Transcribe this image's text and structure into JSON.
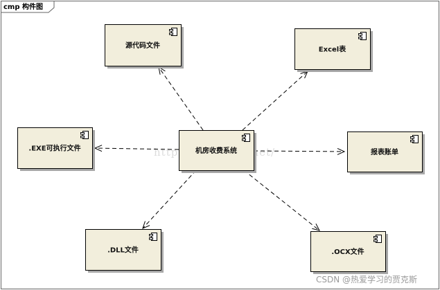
{
  "frame": {
    "label": "cmp 构件图"
  },
  "center": {
    "id": "center",
    "label": "机房收费系统"
  },
  "components": [
    {
      "id": "src",
      "label": "源代码文件"
    },
    {
      "id": "excel",
      "label": "Excel表"
    },
    {
      "id": "exe",
      "label": ".EXE可执行文件"
    },
    {
      "id": "bill",
      "label": "报表账单"
    },
    {
      "id": "dll",
      "label": ".DLL文件"
    },
    {
      "id": "ocx",
      "label": ".OCX文件"
    }
  ],
  "dependencies": [
    {
      "from": "center",
      "to": "src"
    },
    {
      "from": "center",
      "to": "excel"
    },
    {
      "from": "center",
      "to": "exe"
    },
    {
      "from": "center",
      "to": "bill"
    },
    {
      "from": "center",
      "to": "dll"
    },
    {
      "from": "center",
      "to": "ocx"
    }
  ],
  "watermark": "http://blog.csdn.net/",
  "credit": "CSDN @热爱学习的贾克斯",
  "colors": {
    "component_fill": "#f2eedc",
    "border": "#000000",
    "shadow": "#a8a8a8",
    "frame_tab": "#ffffff"
  }
}
